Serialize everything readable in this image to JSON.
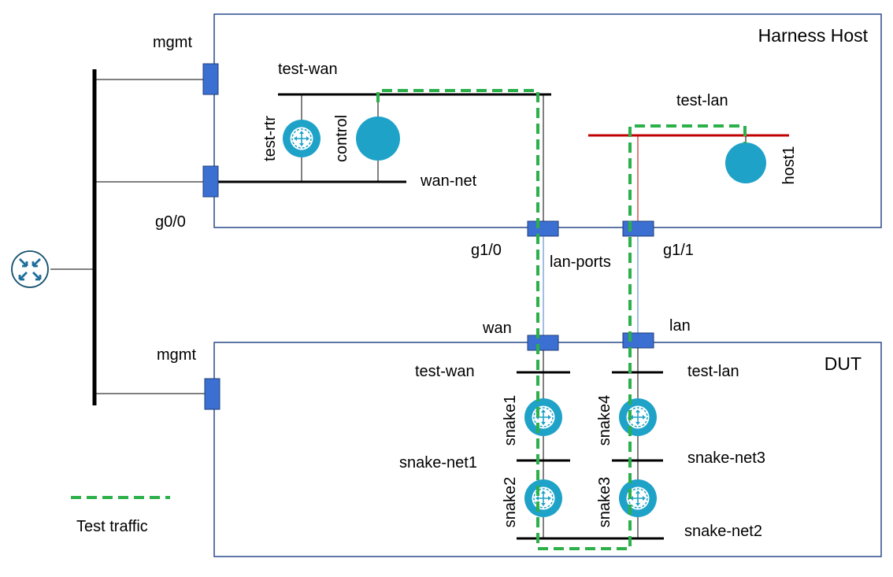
{
  "colors": {
    "box_border": "#2a4a8a",
    "port_fill": "#3b6fd1",
    "port_stroke": "#1f3f7a",
    "network": "#000000",
    "lan_network": "#c00000",
    "link": "#4a7cc7",
    "traffic": "#2bb04a",
    "node_fill": "#1fa2c8"
  },
  "harness_host": {
    "title": "Harness Host"
  },
  "dut": {
    "title": "DUT"
  },
  "mgmt_bus": {
    "router_icon": "router-icon",
    "host_port_label": "mgmt",
    "dut_port_label": "mgmt"
  },
  "host": {
    "networks": {
      "test_wan": "test-wan",
      "wan_net": "wan-net",
      "test_lan": "test-lan"
    },
    "nodes": {
      "test_rtr": "test-rtr",
      "control": "control",
      "host1": "host1"
    },
    "ports": {
      "g0_0": "g0/0",
      "g1_0": "g1/0",
      "g1_1": "g1/1"
    }
  },
  "cable": {
    "label": "lan-ports"
  },
  "dut_side": {
    "ports": {
      "wan": "wan",
      "lan": "lan"
    },
    "networks": {
      "test_wan": "test-wan",
      "test_lan": "test-lan",
      "snake_net1": "snake-net1",
      "snake_net2": "snake-net2",
      "snake_net3": "snake-net3"
    },
    "routers": {
      "snake1": "snake1",
      "snake2": "snake2",
      "snake3": "snake3",
      "snake4": "snake4"
    }
  },
  "legend": {
    "traffic_label": "Test traffic"
  }
}
